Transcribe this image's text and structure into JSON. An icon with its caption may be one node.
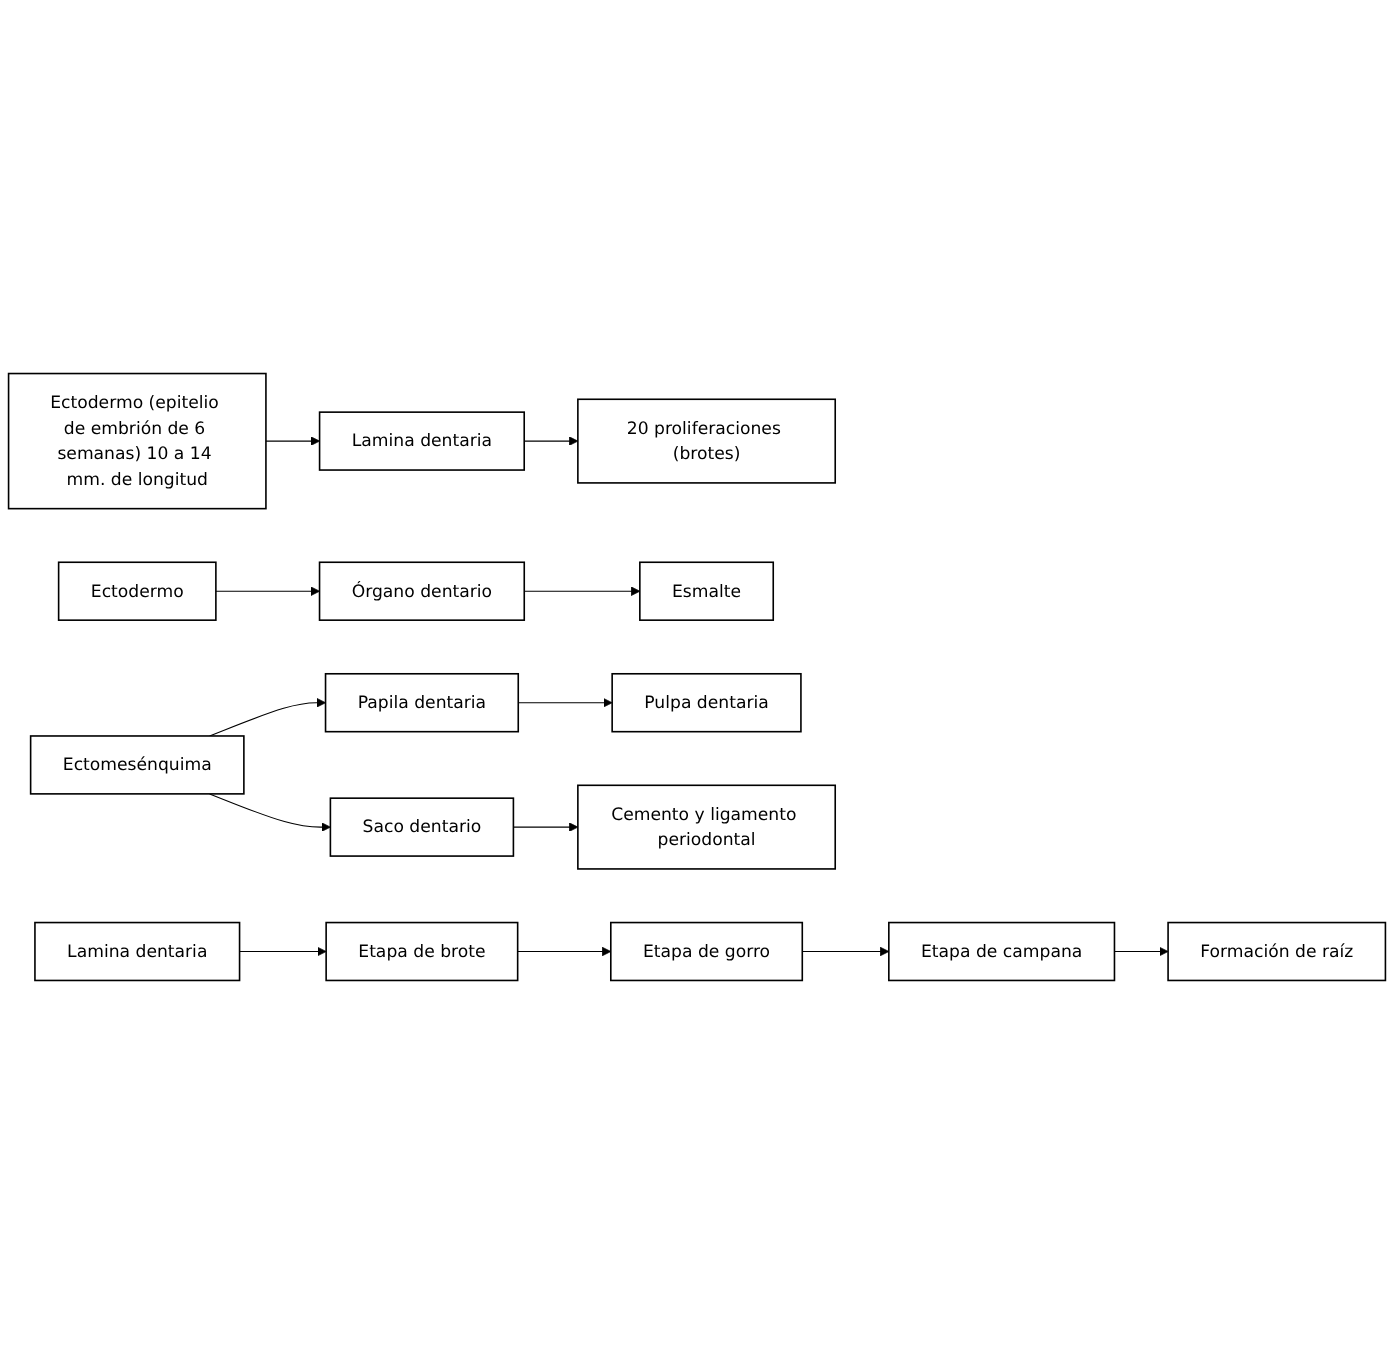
{
  "diagram": {
    "nodes": [
      {
        "text": [
          "Ectodermo (epitelio de embrión de 6 semanas) 10 a 14 mm. de longitud"
        ]
      },
      {
        "text": [
          "Lamina dentaria"
        ]
      },
      {
        "text": [
          "20 proliferaciones (brotes)"
        ]
      },
      {
        "text": [
          "Ectodermo"
        ]
      },
      {
        "text": [
          "Órgano dentario"
        ]
      },
      {
        "text": [
          "Esmalte"
        ]
      },
      {
        "text": [
          "Ectomesénquima"
        ]
      },
      {
        "text": [
          "Papila dentaria"
        ]
      },
      {
        "text": [
          "Saco dentario"
        ]
      },
      {
        "text": [
          "Pulpa dentaria"
        ]
      },
      {
        "text": [
          "Cemento y ligamento periodontal"
        ]
      },
      {
        "text": [
          "Lamina dentaria"
        ]
      },
      {
        "text": [
          "Etapa de brote"
        ]
      },
      {
        "text": [
          "Etapa de gorro"
        ]
      },
      {
        "text": [
          "Etapa de campana"
        ]
      },
      {
        "text": [
          "Formación de raíz"
        ]
      }
    ],
    "edges": [
      {
        "from": 0,
        "to": 1,
        "arrow": "to"
      },
      {
        "from": 1,
        "to": 2,
        "arrow": "to"
      },
      {
        "from": 3,
        "to": 4,
        "arrow": "to"
      },
      {
        "from": 4,
        "to": 5,
        "arrow": "to"
      },
      {
        "from": 6,
        "to": 7,
        "arrow": "to"
      },
      {
        "from": 6,
        "to": 8,
        "arrow": "to"
      },
      {
        "from": 7,
        "to": 9,
        "arrow": "to"
      },
      {
        "from": 8,
        "to": 10,
        "arrow": "to"
      },
      {
        "from": 11,
        "to": 12,
        "arrow": "to"
      },
      {
        "from": 12,
        "to": 13,
        "arrow": "to"
      },
      {
        "from": 13,
        "to": 14,
        "arrow": "to"
      },
      {
        "from": 14,
        "to": 15,
        "arrow": "to"
      }
    ]
  }
}
